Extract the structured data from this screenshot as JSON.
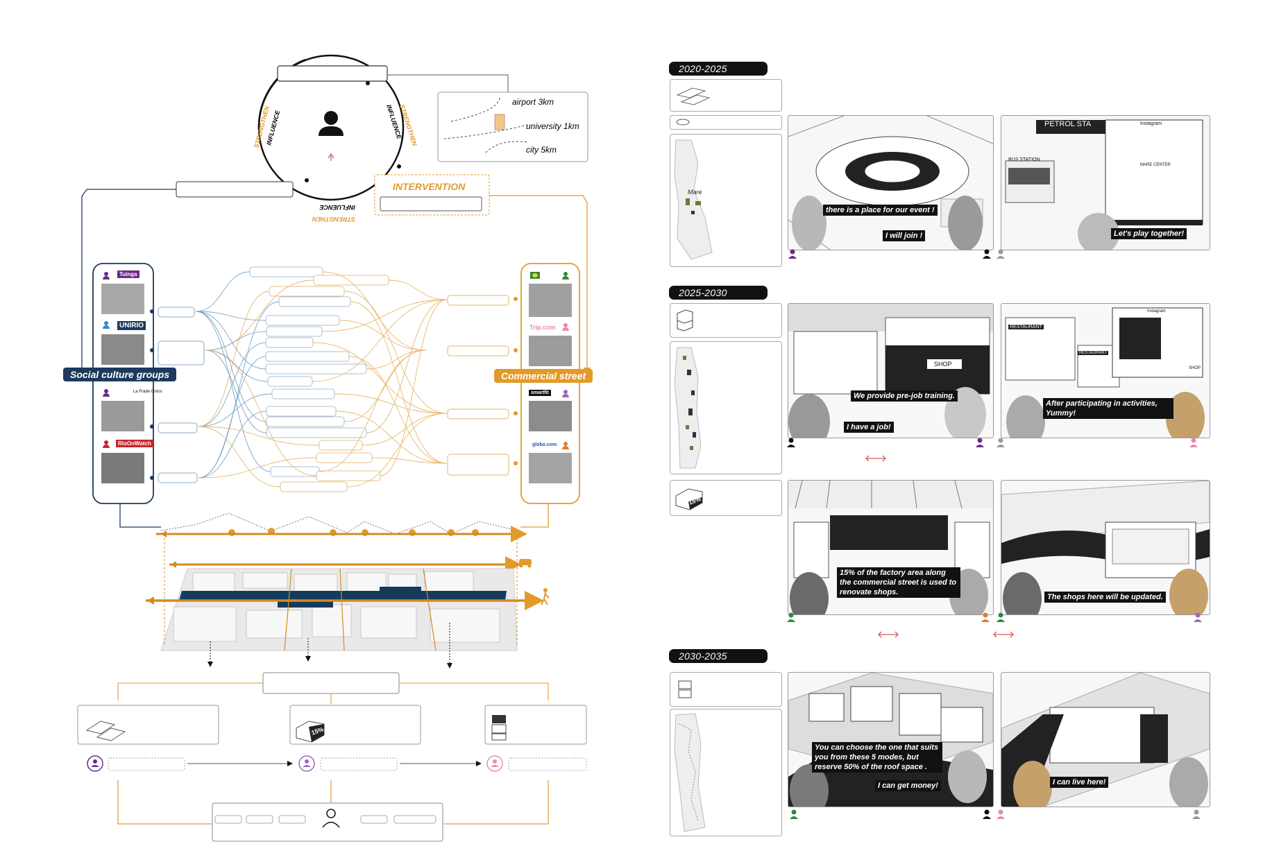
{
  "diagram": {
    "cycle": {
      "influence_label": "INFLUENCE",
      "strengthen_label": "STRENGTHEN",
      "intervention_label": "INTERVENTION"
    },
    "location_map": {
      "labels": [
        "airport 3km",
        "university 1km",
        "city 5km"
      ]
    },
    "groups": {
      "left_title": "Social culture groups",
      "right_title": "Commercial street",
      "left_logos": [
        "Tuinga",
        "UNIRIO",
        "La Frade Ontos",
        "RioOnWatch"
      ],
      "right_logos": [
        "Trip.com",
        "smartfit",
        "globo.com"
      ]
    },
    "strategy_percent": "15%"
  },
  "timeline": {
    "periods": [
      "2020-2025",
      "2025-2030",
      "2030-2035"
    ],
    "mini_map_label": "Mare",
    "scenes": {
      "s1a": [
        "there is a place for our event !",
        "I will join !"
      ],
      "s1b_signs": [
        "PETROL STA",
        "Instagram",
        "BUS STATION",
        "MARE CENTER"
      ],
      "s1b": [
        "Let's play together!"
      ],
      "s2a_signs": [
        "SHOP"
      ],
      "s2a": [
        "We provide pre-job training.",
        "I have a job!"
      ],
      "s2b_signs": [
        "RESTAURANT",
        "RESTAURANT",
        "SHOP",
        "Instagram"
      ],
      "s2b": [
        "After participating in activities, Yummy!"
      ],
      "s3a": [
        "15% of the factory area along the commercial street is used to renovate shops."
      ],
      "s3b": [
        "The shops here will be updated."
      ],
      "s4a": [
        "You can choose the one that suits you from these 5 modes, but reserve 50% of the roof space .",
        "I can get money!"
      ],
      "s4b": [
        "I can live here!"
      ]
    },
    "strategy_percent": "15%"
  },
  "colors": {
    "navy": "#1b3a5c",
    "orange": "#e39a2a",
    "blue_line": "#6a9ec3",
    "purple": "#6a2a8c",
    "pink": "#e58ab8",
    "green": "#2f8a3a",
    "red": "#d64a3a"
  }
}
